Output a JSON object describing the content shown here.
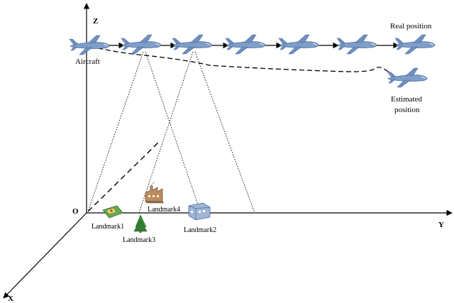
{
  "axes": {
    "z_label": "Z",
    "y_label": "Y",
    "x_label": "X",
    "origin_label": "O"
  },
  "labels": {
    "aircraft": "Aircraft",
    "real_position": "Real position",
    "estimated_position_line1": "Estimated",
    "estimated_position_line2": "position"
  },
  "landmarks": [
    {
      "name": "Landmark1",
      "icon": "map-icon"
    },
    {
      "name": "Landmark2",
      "icon": "building-icon"
    },
    {
      "name": "Landmark3",
      "icon": "tree-icon"
    },
    {
      "name": "Landmark4",
      "icon": "factory-icon"
    }
  ],
  "colors": {
    "aircraft_body": "#7f9fc9",
    "aircraft_dark": "#4f6f9f",
    "map_green": "#6aa84f",
    "tree_green": "#3b8f3b",
    "building_blue": "#9fb5d5"
  }
}
